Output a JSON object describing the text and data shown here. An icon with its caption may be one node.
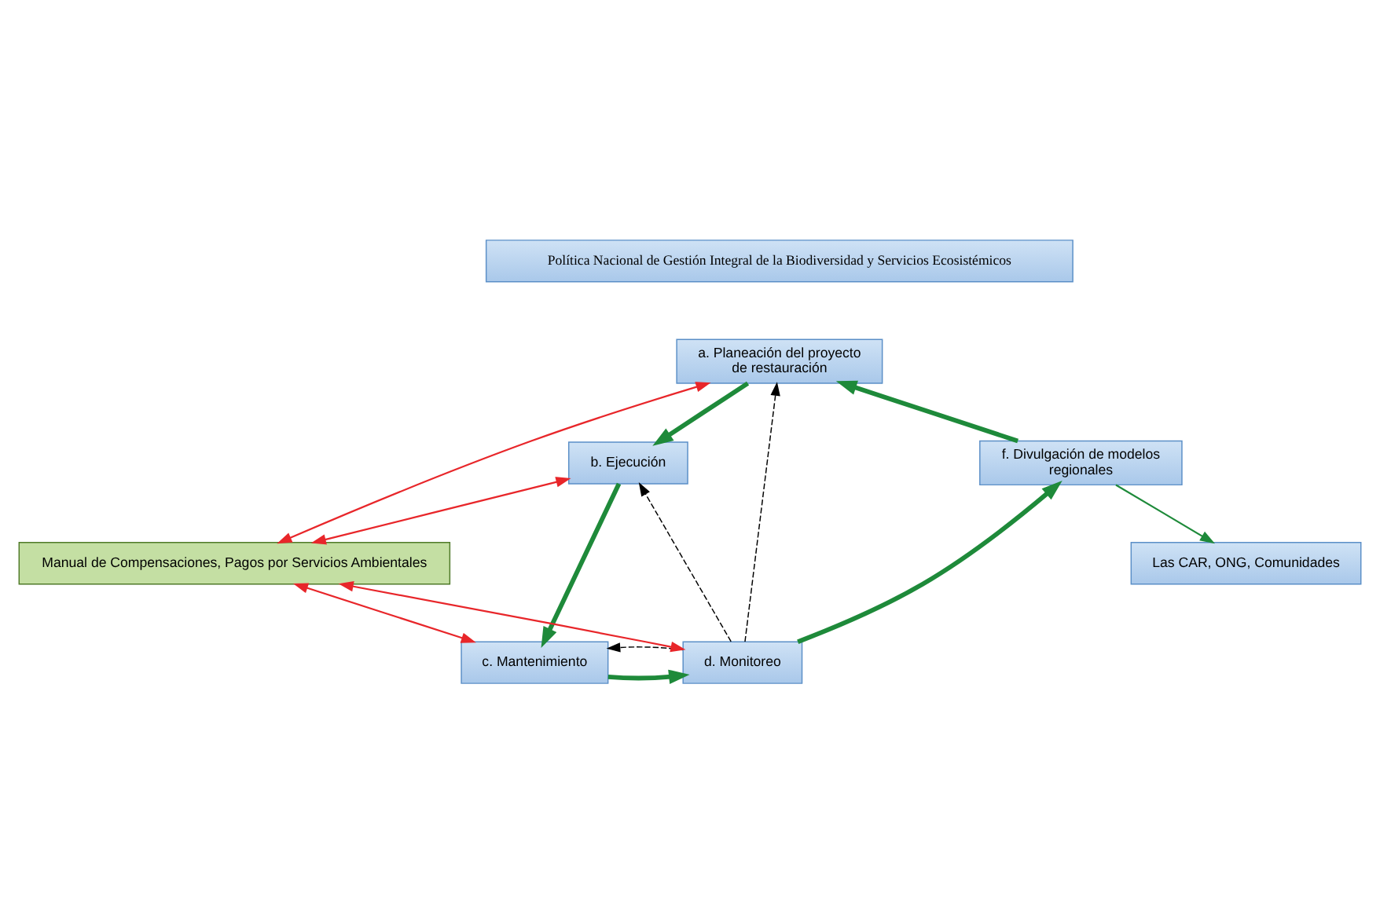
{
  "diagram": {
    "nodes": [
      {
        "text": [
          "Política Nacional de Gestión Integral de la Biodiversidad y Servicios Ecosistémicos"
        ]
      },
      {
        "text": [
          "a. Planeación del proyecto de restauración"
        ]
      },
      {
        "text": [
          "f. Divulgación de modelos regionales"
        ]
      },
      {
        "text": [
          "b. Ejecución"
        ]
      },
      {
        "text": [
          "d. Monitoreo"
        ]
      },
      {
        "text": [
          "c. Mantenimiento"
        ]
      },
      {
        "text": [
          "Las CAR, ONG, Comunidades"
        ]
      },
      {
        "text": [
          "Manual de Compensaciones, Pagos por Servicios Ambientales"
        ]
      }
    ],
    "edges": [
      {
        "from": 1,
        "to": 3,
        "arrow": "to",
        "style": "thick"
      },
      {
        "from": 3,
        "to": 5,
        "arrow": "to",
        "style": "thick"
      },
      {
        "from": 5,
        "to": 4,
        "arrow": "to",
        "style": "thick"
      },
      {
        "from": 4,
        "to": 2,
        "arrow": "to",
        "style": "thick"
      },
      {
        "from": 2,
        "to": 1,
        "arrow": "to",
        "style": "thick"
      },
      {
        "from": 2,
        "to": 6,
        "arrow": "to"
      },
      {
        "from": 4,
        "to": 1,
        "arrow": "to",
        "style": "dashed",
        "color": "#000000"
      },
      {
        "from": 4,
        "to": 3,
        "arrow": "to",
        "style": "dashed",
        "color": "#000000"
      },
      {
        "from": 4,
        "to": 5,
        "arrow": "to",
        "style": "dashed",
        "color": "#000000"
      },
      {
        "from": 7,
        "to": 1,
        "arrow": "both",
        "color": "#e8262a"
      },
      {
        "from": 7,
        "to": 3,
        "arrow": "both",
        "color": "#e8262a"
      },
      {
        "from": 7,
        "to": 5,
        "arrow": "both",
        "color": "#e8262a"
      },
      {
        "from": 7,
        "to": 4,
        "arrow": "both",
        "color": "#e8262a"
      }
    ]
  }
}
